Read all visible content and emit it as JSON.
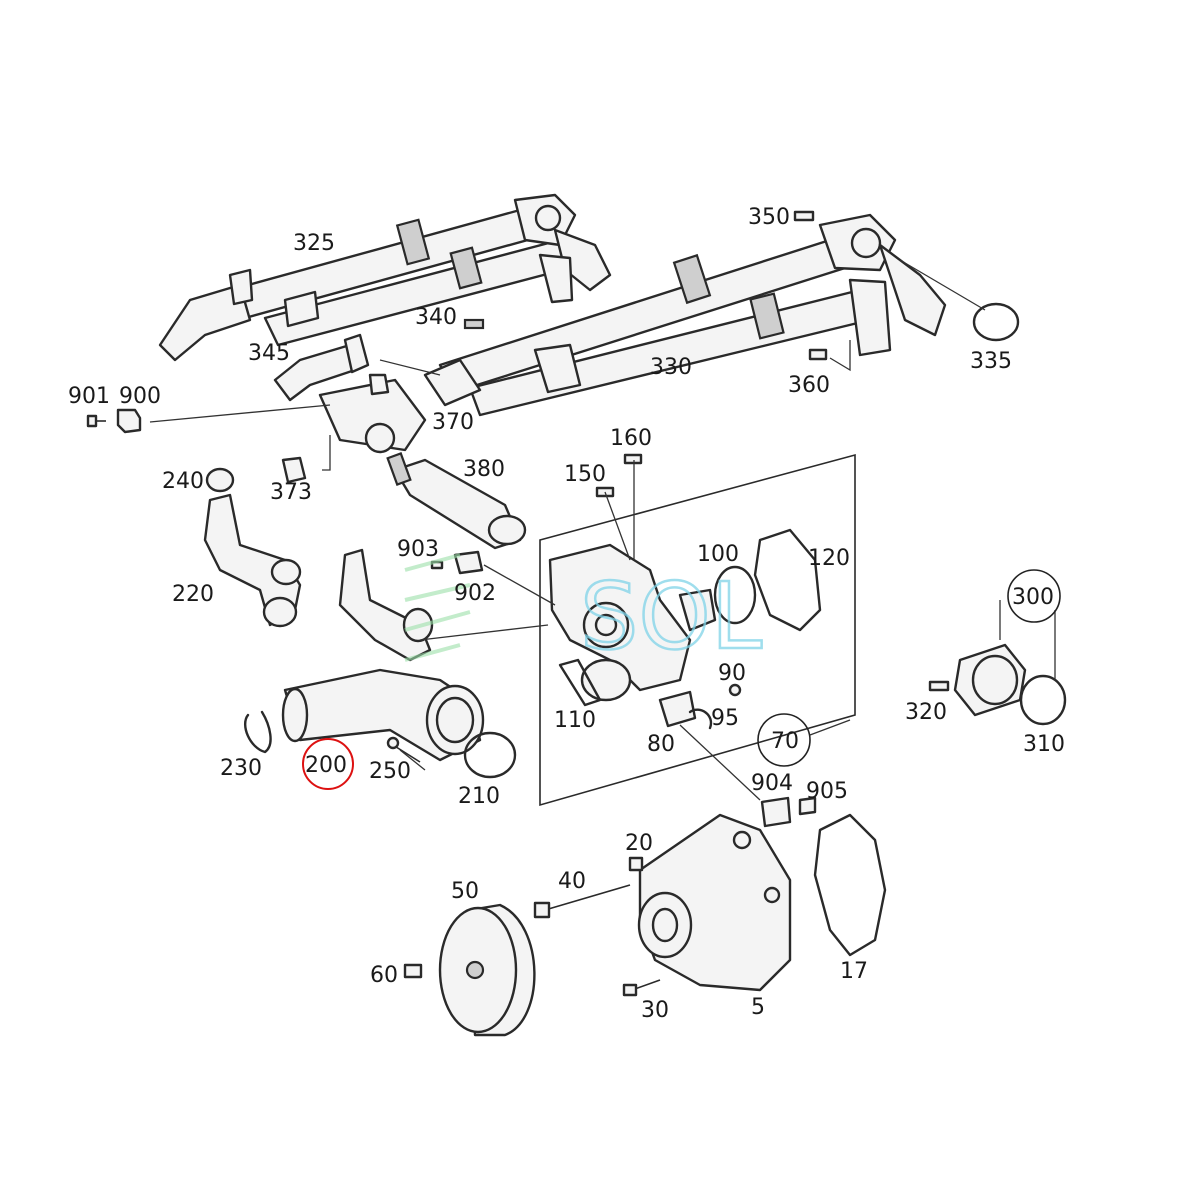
{
  "watermark": {
    "text": "SOL",
    "color": "#7fd3e8"
  },
  "highlight_color": "#dd1111",
  "labels": {
    "l325": "325",
    "l350": "350",
    "l340": "340",
    "l345": "345",
    "l335": "335",
    "l330": "330",
    "l360": "360",
    "l901": "901",
    "l900": "900",
    "l370": "370",
    "l160": "160",
    "l150": "150",
    "l240": "240",
    "l373": "373",
    "l380": "380",
    "l903": "903",
    "l902": "902",
    "l100": "100",
    "l120": "120",
    "l220": "220",
    "l300": "300",
    "l90": "90",
    "l110": "110",
    "l95": "95",
    "l320": "320",
    "l70": "70",
    "l80": "80",
    "l310": "310",
    "l230": "230",
    "l200": "200",
    "l250": "250",
    "l210": "210",
    "l904": "904",
    "l905": "905",
    "l20": "20",
    "l40": "40",
    "l50": "50",
    "l60": "60",
    "l17": "17",
    "l30": "30",
    "l5": "5"
  }
}
